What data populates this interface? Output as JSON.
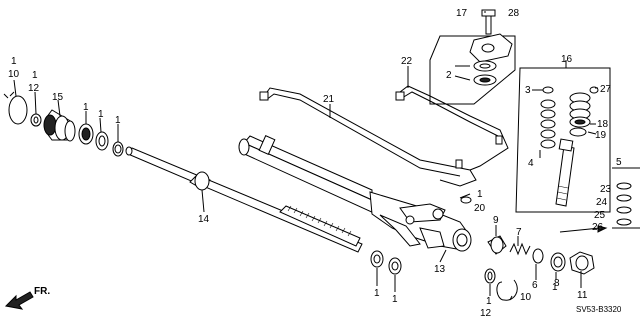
{
  "diagram": {
    "code": "SV53-B3320",
    "direction": "FR.",
    "callouts": [
      {
        "id": "c-1-a",
        "text": "1"
      },
      {
        "id": "c-10-a",
        "text": "10"
      },
      {
        "id": "c-1-b",
        "text": "1"
      },
      {
        "id": "c-12-a",
        "text": "12"
      },
      {
        "id": "c-15",
        "text": "15"
      },
      {
        "id": "c-1-c",
        "text": "1"
      },
      {
        "id": "c-1-d",
        "text": "1"
      },
      {
        "id": "c-1-e",
        "text": "1"
      },
      {
        "id": "c-14",
        "text": "14"
      },
      {
        "id": "c-21",
        "text": "21"
      },
      {
        "id": "c-22",
        "text": "22"
      },
      {
        "id": "c-17",
        "text": "17"
      },
      {
        "id": "c-28",
        "text": "28"
      },
      {
        "id": "c-2",
        "text": "2"
      },
      {
        "id": "c-16",
        "text": "16"
      },
      {
        "id": "c-3",
        "text": "3"
      },
      {
        "id": "c-27",
        "text": "27"
      },
      {
        "id": "c-18",
        "text": "18"
      },
      {
        "id": "c-19",
        "text": "19"
      },
      {
        "id": "c-4",
        "text": "4"
      },
      {
        "id": "c-5",
        "text": "5"
      },
      {
        "id": "c-23",
        "text": "23"
      },
      {
        "id": "c-24",
        "text": "24"
      },
      {
        "id": "c-25",
        "text": "25"
      },
      {
        "id": "c-26",
        "text": "26"
      },
      {
        "id": "c-1-f",
        "text": "1"
      },
      {
        "id": "c-20",
        "text": "20"
      },
      {
        "id": "c-9",
        "text": "9"
      },
      {
        "id": "c-7",
        "text": "7"
      },
      {
        "id": "c-13",
        "text": "13"
      },
      {
        "id": "c-1-g",
        "text": "1"
      },
      {
        "id": "c-1-h",
        "text": "1"
      },
      {
        "id": "c-6",
        "text": "6"
      },
      {
        "id": "c-1-i",
        "text": "1"
      },
      {
        "id": "c-10-b",
        "text": "10"
      },
      {
        "id": "c-1-j",
        "text": "1"
      },
      {
        "id": "c-12-b",
        "text": "12"
      },
      {
        "id": "c-8",
        "text": "8"
      },
      {
        "id": "c-11",
        "text": "11"
      }
    ]
  }
}
